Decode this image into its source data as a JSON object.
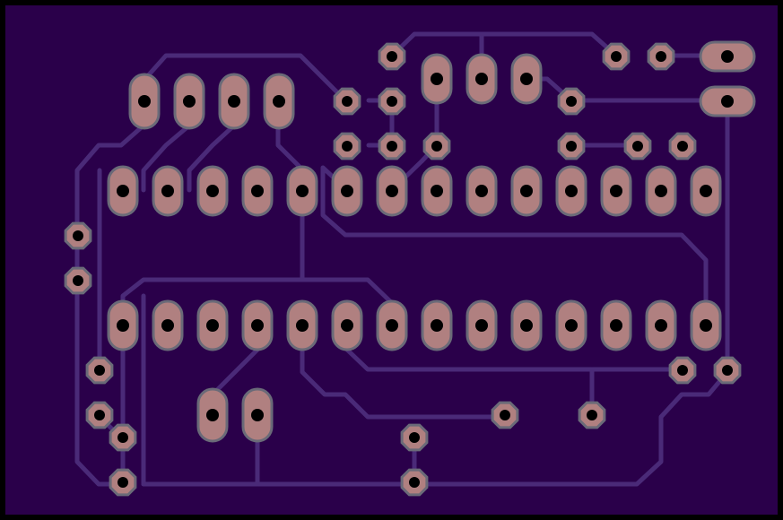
{
  "colors": {
    "background": "#000000",
    "board": "#2a004a",
    "board_edge": "#000000",
    "trace": "#4a2a78",
    "pad": "#b08080",
    "pad_ring": "#6a6a78",
    "drill": "#000000"
  },
  "layers": [
    "board-outline",
    "traces",
    "pads",
    "drill-holes"
  ],
  "component_groups": [
    "dip-28-socket",
    "header-4-pin",
    "crystal-3-pin",
    "power-jack",
    "capacitor-2-pin",
    "resistor-pads",
    "via-pads"
  ]
}
